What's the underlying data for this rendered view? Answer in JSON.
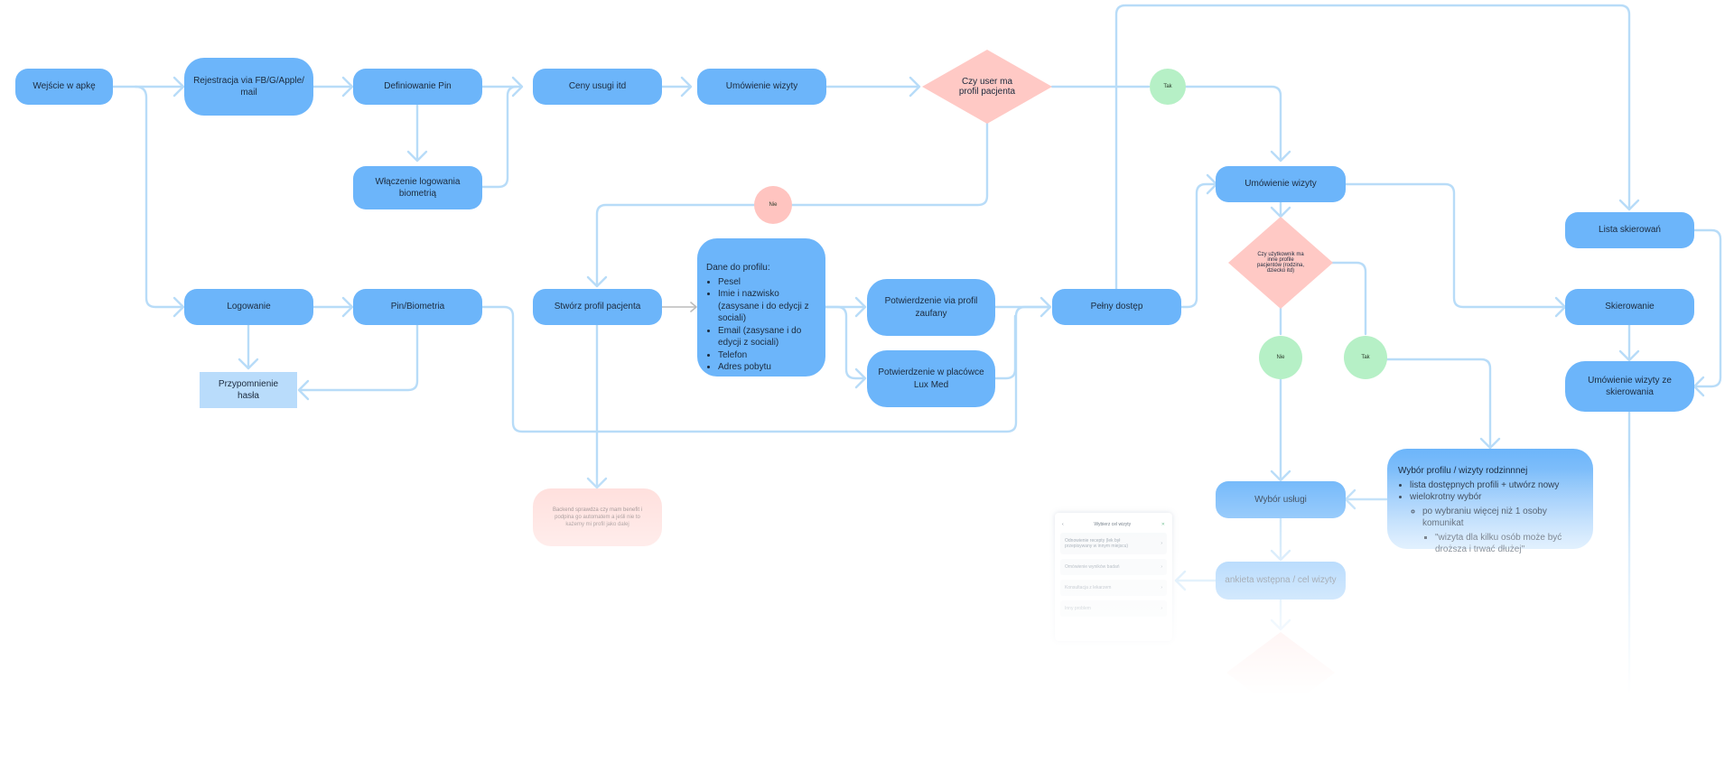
{
  "nodes": {
    "wejscie": "Wejście w apkę",
    "rejestracja": "Rejestracja via FB/G/Apple/ mail",
    "definiowanie_pin": "Definiowanie Pin",
    "ceny_uslug": "Ceny usugi itd",
    "umowienie_wizyty_top": "Umówienie wizyty",
    "czy_user": "Czy user ma profil pacjenta",
    "wlaczenie_logowania": "Włączenie logowania biometrią",
    "logowanie": "Logowanie",
    "pin_biometria": "Pin/Biometria",
    "przypomnienie": "Przypomnienie hasła",
    "stworz_profil": "Stwórz profil pacjenta",
    "dane_title": "Dane do profilu:",
    "dane_items": [
      "Pesel",
      "Imie i nazwisko (zasysane i do edycji z sociali)",
      "Email (zasysane i do edycji z sociali)",
      "Telefon",
      "Adres pobytu"
    ],
    "potwierdzenie_zaufany": "Potwierdzenie via profil zaufany",
    "potwierdzenie_placowka": "Potwierdzenie w placówce Lux Med",
    "pelny_dostep": "Pełny dostęp",
    "umowienie_wizyty_mid": "Umówienie wizyty",
    "czy_uzytkownik": "Czy użytkownik ma inne profile pacjentów (rodzina, dziecko itd)",
    "lista_skierowan": "Lista skierowań",
    "skierowanie": "Skierowanie",
    "umowienie_ze_skierowania": "Umówienie wizyty ze skierowania",
    "wybor_uslugi": "Wybór usługi",
    "ankieta": "ankieta wstępna / cel wizyty",
    "backend_note": "Backend sprawdza czy mam benefit i podpina go automatem a jeśli nie to każemy mi profil jako dalej",
    "wybor_profilu_title": "Wybór profilu / wizyty rodzinnnej",
    "wybor_profilu_items": [
      "lista dostępnych profili + utwórz nowy",
      "wielokrotny wybór"
    ],
    "wybor_profilu_sub": "po wybraniu więcej niż 1 osoby komunikat",
    "wybor_profilu_subsub": "\"wizyta dla kilku osób może być droższa i trwać dłużej\""
  },
  "labels": {
    "tak_1": "Tak",
    "nie_1": "Nie",
    "nie_2": "Nie",
    "tak_2": "Tak"
  },
  "mini_screen": {
    "title": "Wybierz cel wizyty",
    "back_icon": "chevron-left-icon",
    "close_icon": "close-icon",
    "rows": [
      "Odnowienie recepty (lek był przepisywany w innym miejscu)",
      "Omówienie wyników badań",
      "Konsultacja z lekarzem",
      "Inny problem"
    ]
  },
  "colors": {
    "node_blue": "#6cb5fa",
    "node_pale_blue": "#b9dcfb",
    "decision_pink": "#ffc9c5",
    "yes_green": "#b6f0c6",
    "connector": "#b8dcf8"
  }
}
